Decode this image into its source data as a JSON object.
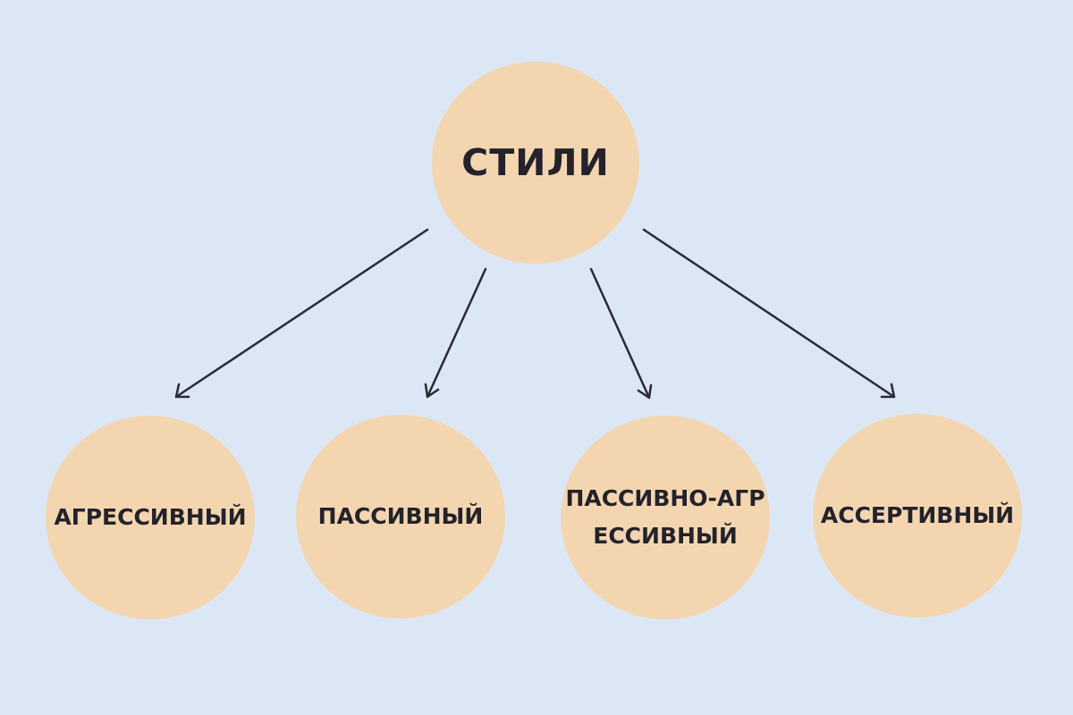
{
  "diagram": {
    "root": {
      "label": "СТИЛИ"
    },
    "children": [
      {
        "label": "АГРЕССИВНЫЙ"
      },
      {
        "label": "ПАССИВНЫЙ"
      },
      {
        "label": "ПАССИВНО-АГРЕССИВНЫЙ"
      },
      {
        "label": "АССЕРТИВНЫЙ"
      }
    ],
    "colors": {
      "background": "#dce7f6",
      "node_fill": "#f3d6b0",
      "text": "#24222b",
      "arrow": "#2a2a35"
    }
  }
}
